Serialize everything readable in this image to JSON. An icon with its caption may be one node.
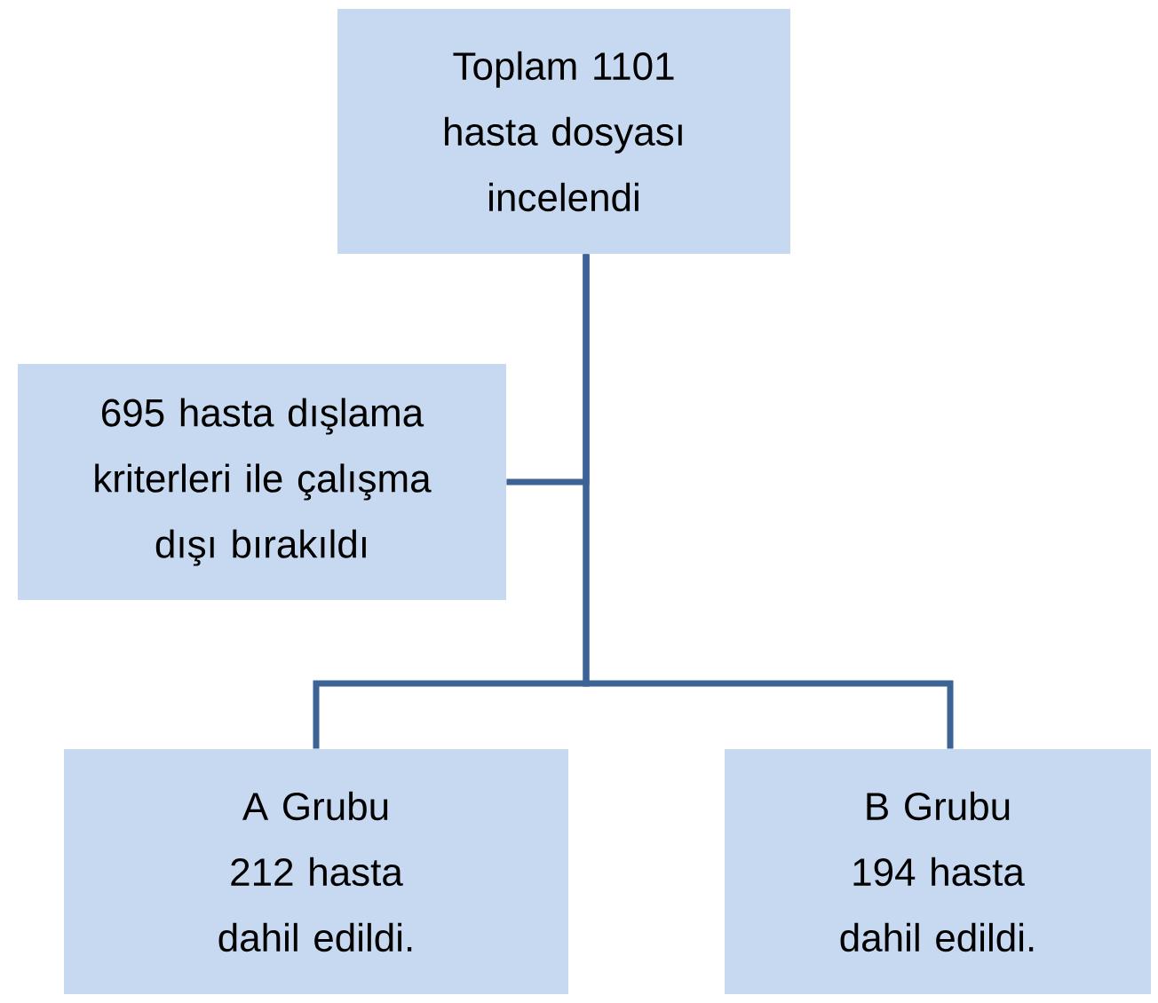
{
  "diagram": {
    "nodes": [
      {
        "text": [
          "Toplam 1101 hasta dosyası incelendi"
        ]
      },
      {
        "text": [
          "695 hasta dışlama kriterleri ile çalışma dışı bırakıldı"
        ]
      },
      {
        "text": [
          "A Grubu",
          "212 hasta dahil edildi."
        ]
      },
      {
        "text": [
          "B Grubu",
          "194 hasta dahil edildi."
        ]
      }
    ],
    "edges": [
      {
        "from": 0,
        "to": 1,
        "arrow": "none"
      },
      {
        "from": 0,
        "to": 2,
        "arrow": "none"
      },
      {
        "from": 0,
        "to": 3,
        "arrow": "none"
      }
    ]
  }
}
